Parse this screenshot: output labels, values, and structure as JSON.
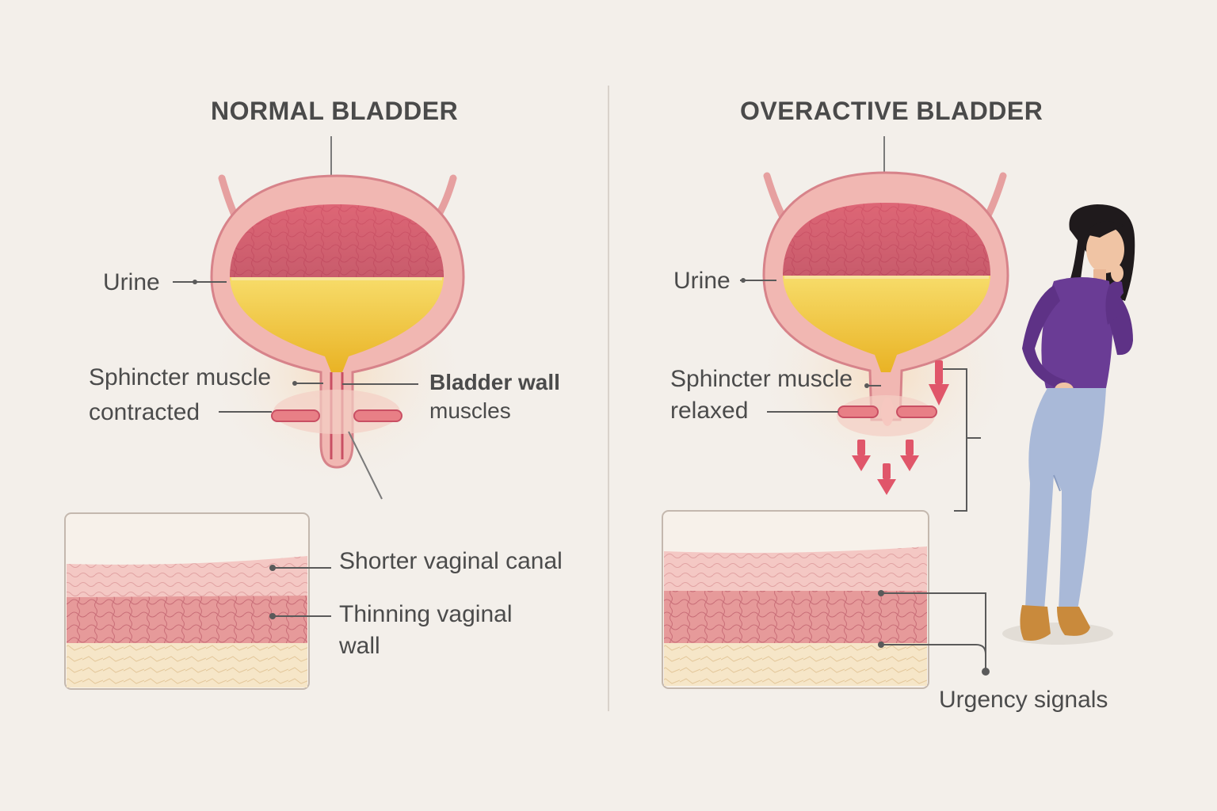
{
  "panels": {
    "normal": {
      "title": "NORMAL BLADDER",
      "labels": {
        "urine": "Urine",
        "sphincter_line1": "Sphincter muscle",
        "sphincter_line2": "contracted",
        "wall_line1": "Bladder wall",
        "wall_line2": "muscles",
        "canal": "Shorter vaginal canal",
        "thinning_line1": "Thinning vaginal",
        "thinning_line2": "wall"
      }
    },
    "overactive": {
      "title": "OVERACTIVE BLADDER",
      "labels": {
        "urine": "Urine",
        "sphincter_line1": "Sphincter muscle",
        "sphincter_line2": "relaxed",
        "urgency": "Urgency signals"
      }
    }
  },
  "colors": {
    "background": "#f3efea",
    "tissue": "#e8a0a0",
    "tissue_dark": "#c94f63",
    "urine": "#f2c433",
    "arrow": "#e0566a",
    "shirt": "#6a3c95",
    "jeans": "#a9b9d8",
    "boots": "#c98a3c"
  }
}
